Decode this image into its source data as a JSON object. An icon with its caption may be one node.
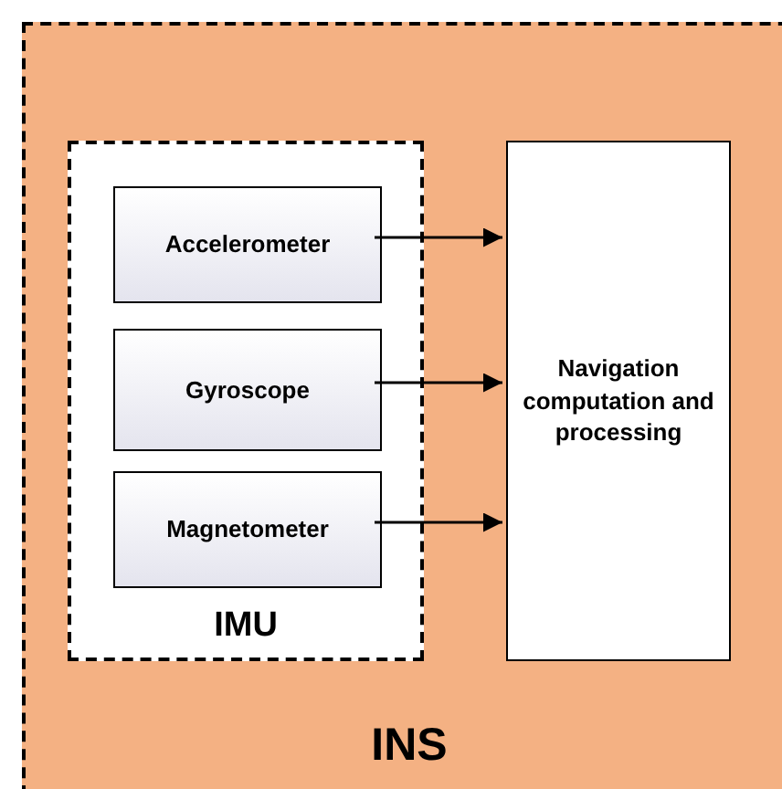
{
  "diagram": {
    "nodes": [
      {
        "text": [
          "INS"
        ]
      },
      {
        "text": [
          "IMU"
        ],
        "in": 0
      },
      {
        "text": [
          "Accelerometer"
        ],
        "in": 1
      },
      {
        "text": [
          "Gyroscope"
        ],
        "in": 1
      },
      {
        "text": [
          "Magnetometer"
        ],
        "in": 1
      },
      {
        "text": [
          "Navigation computation and processing"
        ],
        "in": 0
      }
    ],
    "edges": [
      {
        "from": 2,
        "to": 5,
        "arrow": "to"
      },
      {
        "from": 3,
        "to": 5,
        "arrow": "to"
      },
      {
        "from": 4,
        "to": 5,
        "arrow": "to"
      }
    ]
  }
}
